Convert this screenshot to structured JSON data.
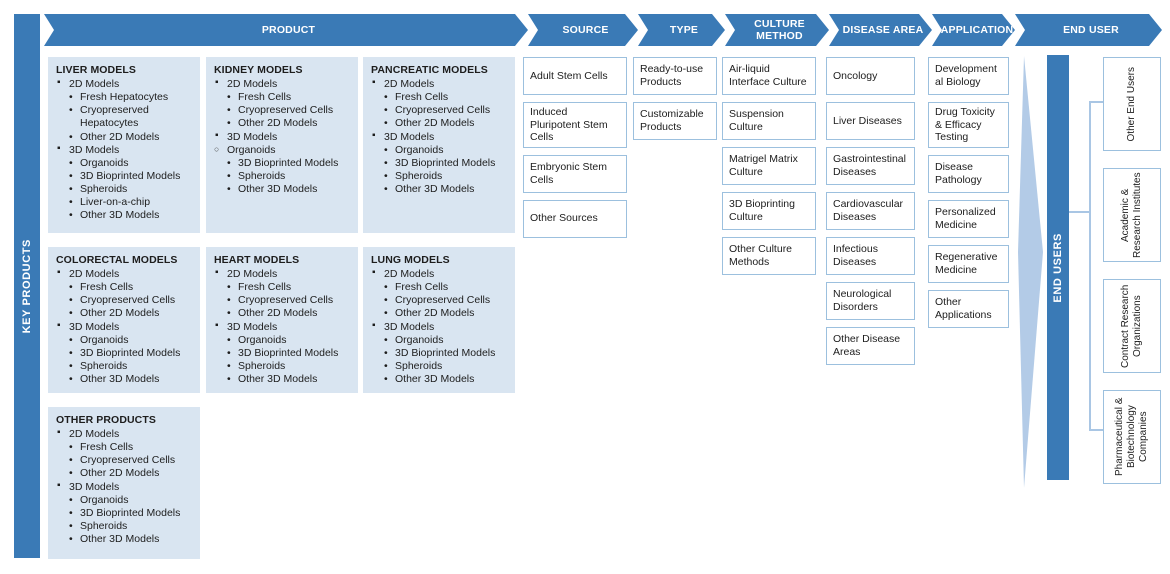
{
  "colors": {
    "accent": "#3a7ab6",
    "light_box": "#d9e5f1",
    "box_border": "#9cc0de",
    "lens": "#b3cbe7",
    "connector": "#a9c6e4"
  },
  "left_bar": {
    "label": "KEY PRODUCTS"
  },
  "headers": {
    "product": "PRODUCT",
    "source": "SOURCE",
    "type": "TYPE",
    "culture_method": "CULTURE METHOD",
    "disease_area": "DISEASE AREA",
    "application": "APPLICATION",
    "end_user": "END USER"
  },
  "product_groups": [
    {
      "title": "LIVER MODELS",
      "items": [
        {
          "c": "l1",
          "t": "2D Models"
        },
        {
          "c": "l2",
          "t": "Fresh Hepatocytes"
        },
        {
          "c": "l2",
          "t": "Cryopreserved Hepatocytes"
        },
        {
          "c": "l2",
          "t": "Other 2D Models"
        },
        {
          "c": "l1",
          "t": "3D Models"
        },
        {
          "c": "l2",
          "t": "Organoids"
        },
        {
          "c": "l2",
          "t": "3D Bioprinted Models"
        },
        {
          "c": "l2",
          "t": "Spheroids"
        },
        {
          "c": "l2",
          "t": "Liver-on-a-chip"
        },
        {
          "c": "l2",
          "t": "Other 3D Models"
        }
      ]
    },
    {
      "title": "KIDNEY MODELS",
      "items": [
        {
          "c": "l1",
          "t": "2D Models"
        },
        {
          "c": "l2",
          "t": "Fresh Cells"
        },
        {
          "c": "l2",
          "t": "Cryopreserved Cells"
        },
        {
          "c": "l2",
          "t": "Other 2D Models"
        },
        {
          "c": "l1",
          "t": "3D Models"
        },
        {
          "c": "lc",
          "t": "Organoids"
        },
        {
          "c": "l2",
          "t": "3D Bioprinted Models"
        },
        {
          "c": "l2",
          "t": "Spheroids"
        },
        {
          "c": "l2",
          "t": "Other 3D Models"
        }
      ]
    },
    {
      "title": "PANCREATIC MODELS",
      "items": [
        {
          "c": "l1",
          "t": "2D Models"
        },
        {
          "c": "l2",
          "t": "Fresh Cells"
        },
        {
          "c": "l2",
          "t": "Cryopreserved Cells"
        },
        {
          "c": "l2",
          "t": "Other 2D Models"
        },
        {
          "c": "l1",
          "t": "3D Models"
        },
        {
          "c": "l2",
          "t": "Organoids"
        },
        {
          "c": "l2",
          "t": "3D Bioprinted Models"
        },
        {
          "c": "l2",
          "t": "Spheroids"
        },
        {
          "c": "l2",
          "t": "Other 3D Models"
        }
      ]
    },
    {
      "title": "COLORECTAL MODELS",
      "items": [
        {
          "c": "l1",
          "t": "2D Models"
        },
        {
          "c": "l2",
          "t": "Fresh Cells"
        },
        {
          "c": "l2",
          "t": "Cryopreserved Cells"
        },
        {
          "c": "l2",
          "t": "Other 2D Models"
        },
        {
          "c": "l1",
          "t": "3D Models"
        },
        {
          "c": "l2",
          "t": "Organoids"
        },
        {
          "c": "l2",
          "t": "3D Bioprinted Models"
        },
        {
          "c": "l2",
          "t": "Spheroids"
        },
        {
          "c": "l2",
          "t": "Other 3D Models"
        }
      ]
    },
    {
      "title": "HEART MODELS",
      "items": [
        {
          "c": "l1",
          "t": "2D Models"
        },
        {
          "c": "l2",
          "t": "Fresh Cells"
        },
        {
          "c": "l2",
          "t": "Cryopreserved Cells"
        },
        {
          "c": "l2",
          "t": "Other 2D Models"
        },
        {
          "c": "l1",
          "t": "3D Models"
        },
        {
          "c": "l2",
          "t": "Organoids"
        },
        {
          "c": "l2",
          "t": "3D Bioprinted Models"
        },
        {
          "c": "l2",
          "t": "Spheroids"
        },
        {
          "c": "l2",
          "t": "Other 3D Models"
        }
      ]
    },
    {
      "title": "LUNG MODELS",
      "items": [
        {
          "c": "l1",
          "t": "2D Models"
        },
        {
          "c": "l2",
          "t": "Fresh Cells"
        },
        {
          "c": "l2",
          "t": "Cryopreserved Cells"
        },
        {
          "c": "l2",
          "t": "Other 2D Models"
        },
        {
          "c": "l1",
          "t": "3D Models"
        },
        {
          "c": "l2",
          "t": "Organoids"
        },
        {
          "c": "l2",
          "t": "3D Bioprinted Models"
        },
        {
          "c": "l2",
          "t": "Spheroids"
        },
        {
          "c": "l2",
          "t": "Other 3D Models"
        }
      ]
    },
    {
      "title": "OTHER PRODUCTS",
      "items": [
        {
          "c": "l1",
          "t": "2D Models"
        },
        {
          "c": "l2",
          "t": "Fresh Cells"
        },
        {
          "c": "l2",
          "t": "Cryopreserved Cells"
        },
        {
          "c": "l2",
          "t": "Other 2D Models"
        },
        {
          "c": "l1",
          "t": "3D Models"
        },
        {
          "c": "l2",
          "t": "Organoids"
        },
        {
          "c": "l2",
          "t": "3D Bioprinted Models"
        },
        {
          "c": "l2",
          "t": "Spheroids"
        },
        {
          "c": "l2",
          "t": "Other 3D Models"
        }
      ]
    }
  ],
  "source_options": [
    {
      "t": "Adult Stem Cells"
    },
    {
      "t": "Induced Pluripotent Stem Cells"
    },
    {
      "t": "Embryonic Stem Cells"
    },
    {
      "t": "Other Sources"
    }
  ],
  "type_options": [
    {
      "t": "Ready-to-use Products"
    },
    {
      "t": "Customizable Products"
    }
  ],
  "culture_method_options": [
    {
      "t": "Air-liquid Interface Culture"
    },
    {
      "t": "Suspension Culture"
    },
    {
      "t": "Matrigel Matrix Culture"
    },
    {
      "t": "3D Bioprinting Culture"
    },
    {
      "t": "Other Culture Methods"
    }
  ],
  "disease_area_options": [
    {
      "t": "Oncology"
    },
    {
      "t": "Liver Diseases"
    },
    {
      "t": "Gastrointestinal Diseases"
    },
    {
      "t": "Cardiovascular Diseases"
    },
    {
      "t": "Infectious Diseases"
    },
    {
      "t": "Neurological Disorders"
    },
    {
      "t": "Other Disease Areas"
    }
  ],
  "application_options": [
    {
      "t": "Developmental Biology"
    },
    {
      "t": "Drug Toxicity & Efficacy Testing"
    },
    {
      "t": "Disease Pathology"
    },
    {
      "t": "Personalized Medicine"
    },
    {
      "t": "Regenerative Medicine"
    },
    {
      "t": "Other Applications"
    }
  ],
  "end_users_bar": {
    "label": "END USERS"
  },
  "end_user_options": [
    {
      "t": "Other End Users"
    },
    {
      "t": "Academic & Research Institutes"
    },
    {
      "t": "Contract Research Organizations"
    },
    {
      "t": "Pharmaceutical & Biotechnology Companies"
    }
  ]
}
